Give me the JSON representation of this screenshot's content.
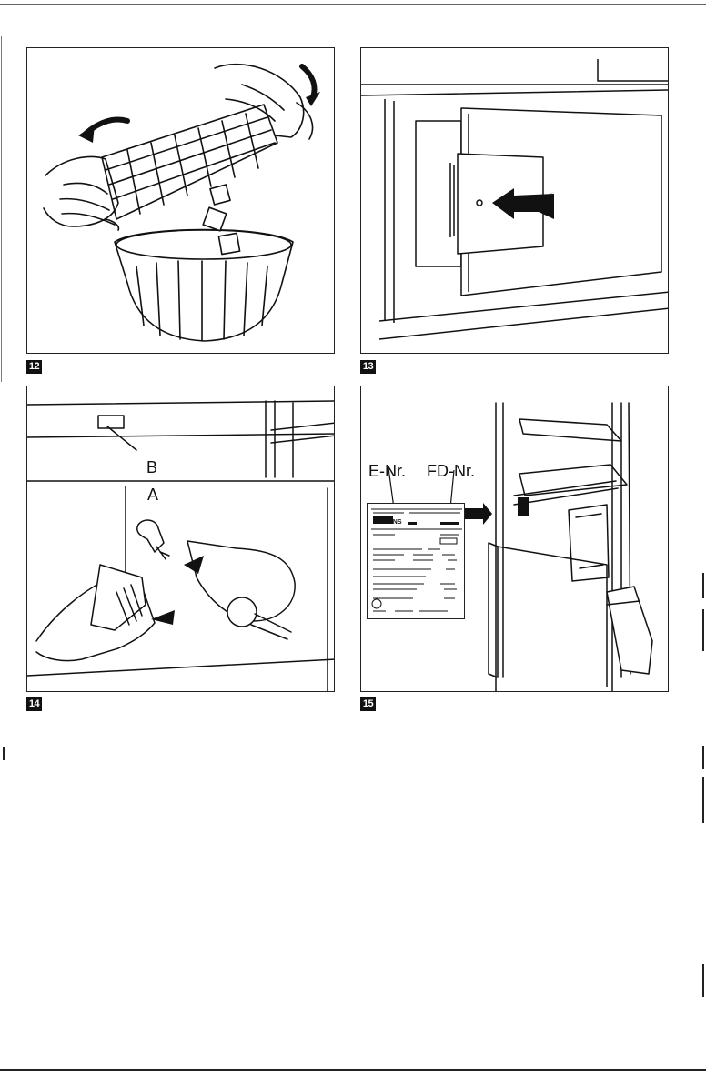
{
  "figures": [
    {
      "id": "fig-12",
      "number": "12",
      "description": "ice-cube-tray-emptying"
    },
    {
      "id": "fig-13",
      "number": "13",
      "description": "door-button-press"
    },
    {
      "id": "fig-14",
      "number": "14",
      "description": "lamp-replacement",
      "callouts": {
        "a": "A",
        "b": "B"
      }
    },
    {
      "id": "fig-15",
      "number": "15",
      "description": "rating-plate",
      "callouts": {
        "e_nr": "E-Nr.",
        "fd_nr": "FD-Nr."
      },
      "plate_brand": "SIEMENS"
    }
  ],
  "colors": {
    "ink": "#111111",
    "paper": "#ffffff"
  }
}
